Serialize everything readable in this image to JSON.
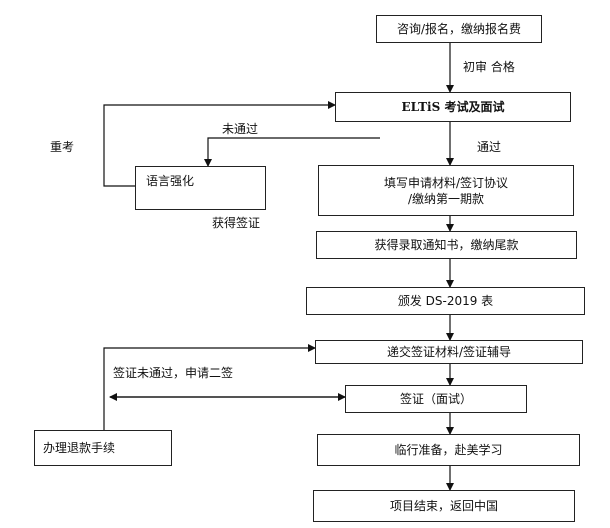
{
  "boxes": {
    "consult": "咨询/报名，缴纳报名费",
    "eltis_prefix": "ELTiS",
    "eltis_suffix": " 考试及面试",
    "language": "语言强化",
    "apply_line1": "填写申请材料/签订协议",
    "apply_line2": "/缴纳第一期款",
    "admission": "获得录取通知书，缴纳尾款",
    "ds2019": "颁发 DS-2019 表",
    "submit": "递交签证材料/签证辅导",
    "visa": "签证（面试）",
    "refund": "办理退款手续",
    "prepare": "临行准备，赴美学习",
    "end": "项目结束，返回中国"
  },
  "labels": {
    "pass_review": "初审 合格",
    "retest": "重考",
    "not_passed": "未通过",
    "passed": "通过",
    "visa_obtained": "获得签证",
    "visa_rejected": "签证未通过，申请二签"
  }
}
